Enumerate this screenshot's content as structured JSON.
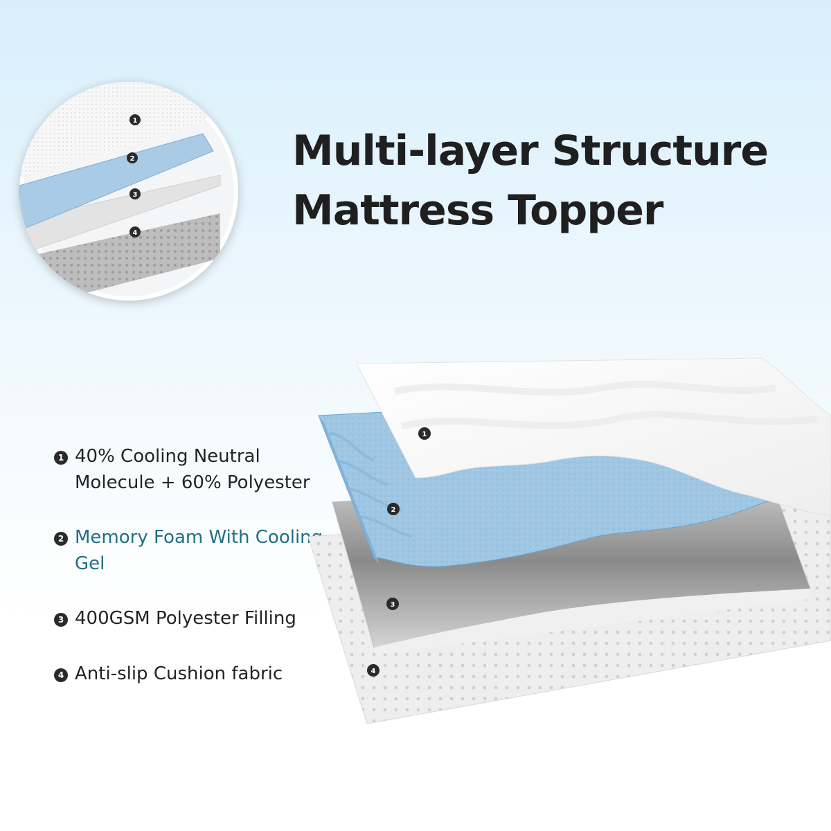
{
  "title": {
    "line1": "Multi-layer Structure",
    "line2": "Mattress Topper"
  },
  "zoom_markers": [
    "❶",
    "❷",
    "❸",
    "❹"
  ],
  "scene_markers": [
    "❶",
    "❷",
    "❸",
    "❹"
  ],
  "features": [
    {
      "number": "1",
      "text": "40% Cooling Neutral Molecule + 60% Polyester"
    },
    {
      "number": "2",
      "text": "Memory Foam With Cooling Gel"
    },
    {
      "number": "3",
      "text": "400GSM Polyester Filling"
    },
    {
      "number": "4",
      "text": "Anti-slip Cushion fabric"
    }
  ],
  "colors": {
    "title": "#1f1f1f",
    "accent_text": "#1f6f82",
    "foam_blue": "#9fc6e3",
    "fabric_white": "#fbfbfb",
    "filling_gray": "#d9d9d9",
    "cushion_gray": "#e8e8e8"
  }
}
